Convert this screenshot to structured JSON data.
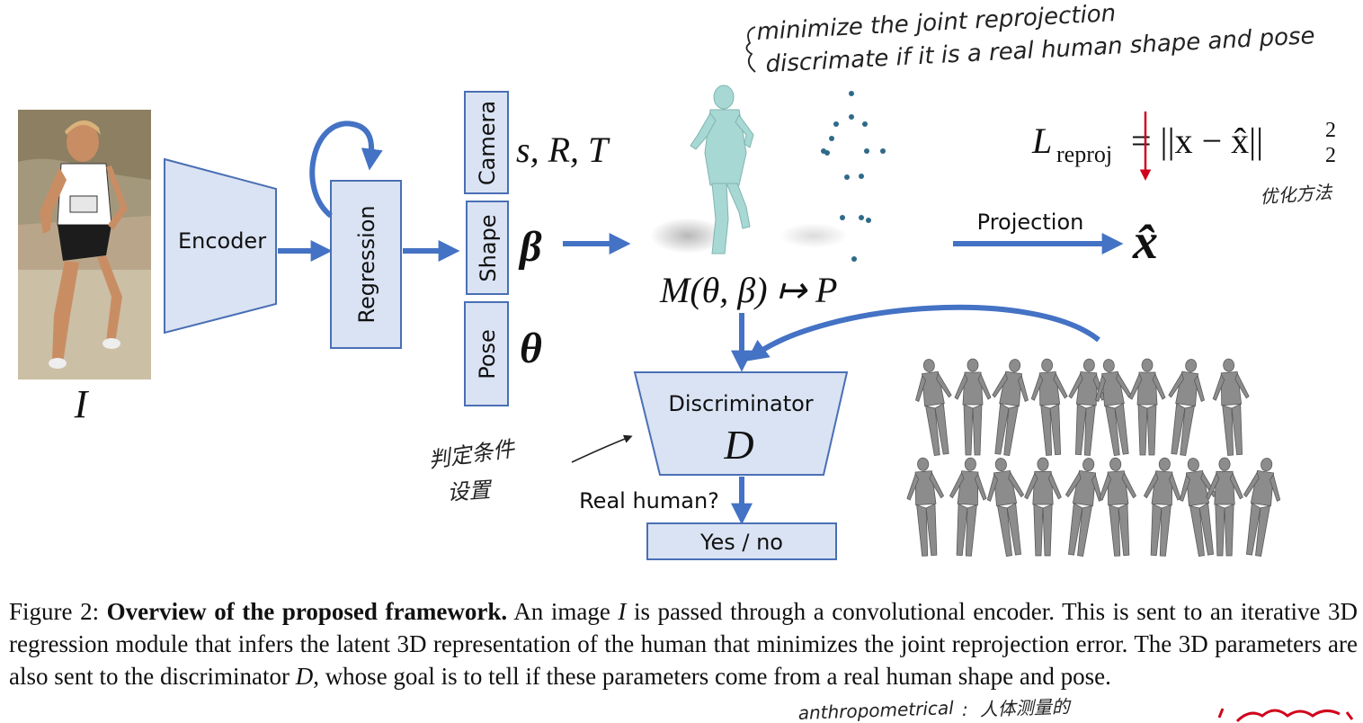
{
  "blocks": {
    "encoder": "Encoder",
    "regression": "Regression",
    "camera": "Camera",
    "shape": "Shape",
    "pose": "Pose",
    "discriminator": "Discriminator",
    "discriminator_symbol": "D",
    "yes_no": "Yes / no"
  },
  "labels": {
    "input_symbol": "I",
    "camera_params": "s, R, T",
    "shape_symbol": "β",
    "pose_symbol": "θ",
    "model_mapping": "M(θ, β) ↦ P",
    "projection": "Projection",
    "projection_symbol": "x̂",
    "real_human": "Real human?",
    "loss_lhs": "L",
    "loss_sub": "reproj",
    "loss_rhs": "= ||x − x̂||",
    "loss_sup": "2",
    "loss_sub2": "2"
  },
  "annotations": {
    "line1": "minimize the joint reprojection",
    "line2": "discrimate if it is a real human shape and pose",
    "cn_right": "优化方法",
    "cn_left_1": "判定条件",
    "cn_left_2": "设置",
    "bottom_en": "anthropometrical",
    "bottom_sep": ":",
    "bottom_cn": "人体测量的"
  },
  "caption": {
    "prefix": "Figure 2:",
    "bold": "Overview of the proposed framework.",
    "t1": " An image ",
    "i1": "I",
    "t2": " is passed through a convolutional encoder. This is sent to an iterative 3D regression module that infers the latent 3D representation of the human that minimizes the joint reprojection error. The 3D parameters are also sent to the discriminator ",
    "i2": "D",
    "t3": ", whose goal is to tell if these parameters come from a real human shape and pose."
  },
  "colors": {
    "box_fill": "#dae3f3",
    "box_stroke": "#4a6fb5",
    "arrow": "#4472c4",
    "annotation_red": "#d0021b",
    "mesh_gray": "#8c8c8c",
    "body_teal": "#a8d8d4",
    "joint_dot": "#2e6a8a"
  }
}
